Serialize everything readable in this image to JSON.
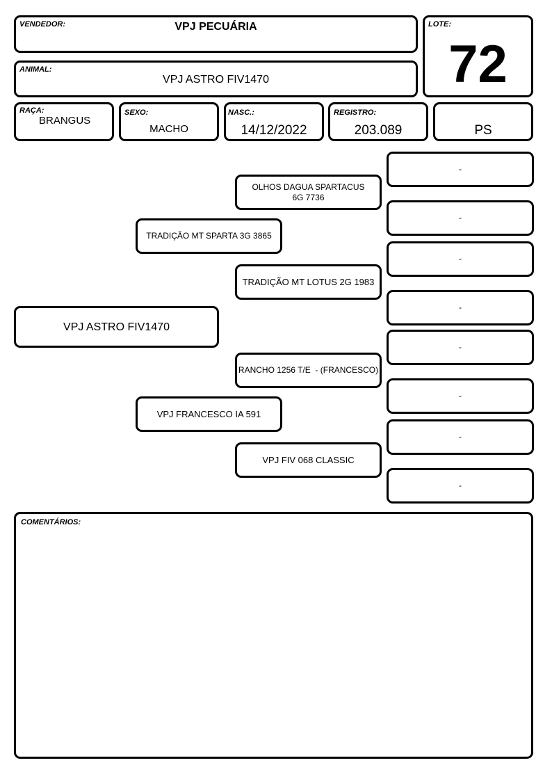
{
  "header": {
    "seller_label": "VENDEDOR:",
    "seller": "VPJ PECUÁRIA",
    "lot_label": "LOTE:",
    "lot": "72",
    "animal_label": "ANIMAL:",
    "animal": "VPJ ASTRO FIV1470"
  },
  "info": {
    "breed_label": "RAÇA:",
    "breed": "BRANGUS",
    "sex_label": "SEXO:",
    "sex": "MACHO",
    "birth_label": "NASC.:",
    "birth": "14/12/2022",
    "registry_label": "REGISTRO:",
    "registry": "203.089",
    "category": "PS"
  },
  "pedigree": {
    "animal": "VPJ ASTRO FIV1470",
    "sire": "TRADIÇÃO MT SPARTA 3G 3865",
    "dam": "VPJ FRANCESCO IA 591",
    "sire_sire": "OLHOS DAGUA SPARTACUS 6G 7736",
    "sire_dam": "TRADIÇÃO MT LOTUS 2G 1983",
    "dam_sire": "RANCHO 1256 T/E  - (FRANCESCO)",
    "dam_dam": "VPJ FIV 068 CLASSIC",
    "great_grandparents": [
      "-",
      "-",
      "-",
      "-",
      "-",
      "-",
      "-",
      "-"
    ]
  },
  "comments": {
    "label": "COMENTÁRIOS:",
    "text": ""
  }
}
